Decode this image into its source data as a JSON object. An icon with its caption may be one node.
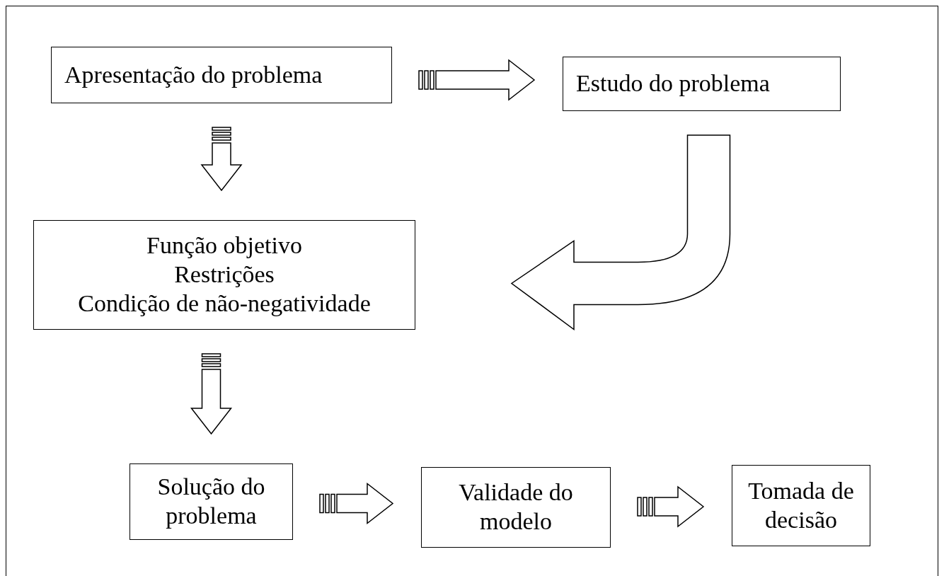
{
  "diagram": {
    "nodes": [
      {
        "text": [
          "Apresentação do problema"
        ]
      },
      {
        "text": [
          "Estudo do problema"
        ]
      },
      {
        "text": [
          "Função objetivo",
          "Restrições",
          "Condição de não-negatividade"
        ]
      },
      {
        "text": [
          "Solução do problema"
        ]
      },
      {
        "text": [
          "Validade do modelo"
        ]
      },
      {
        "text": [
          "Tomada de decisão"
        ]
      }
    ],
    "edges": [
      {
        "from": 0,
        "to": 1,
        "arrow": "to"
      },
      {
        "from": 0,
        "to": 2,
        "arrow": "to"
      },
      {
        "from": 1,
        "to": 2,
        "arrow": "to"
      },
      {
        "from": 2,
        "to": 3,
        "arrow": "to"
      },
      {
        "from": 3,
        "to": 4,
        "arrow": "to"
      },
      {
        "from": 4,
        "to": 5,
        "arrow": "to"
      }
    ]
  }
}
